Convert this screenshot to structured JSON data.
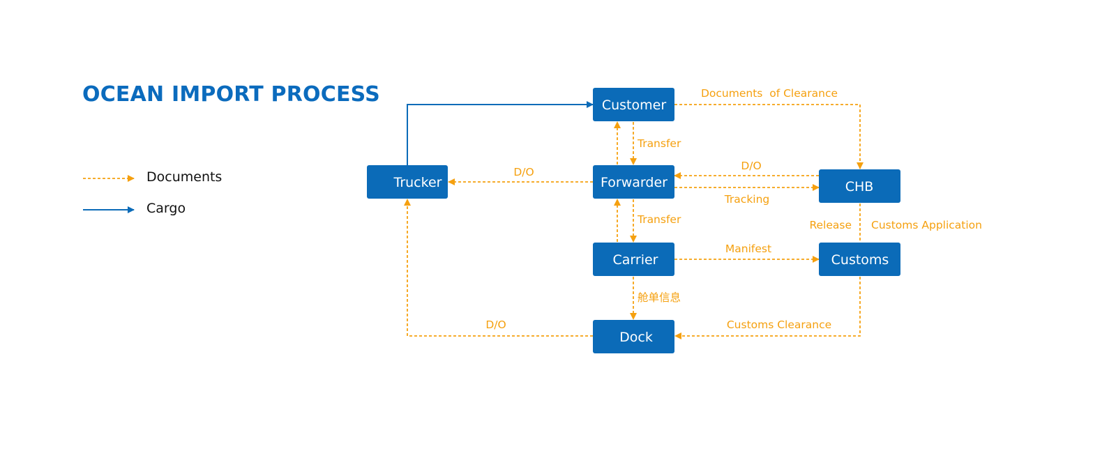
{
  "title": "OCEAN IMPORT PROCESS",
  "legend": {
    "documents": {
      "label": "Documents",
      "color": "#f5a00f",
      "style": "dashed"
    },
    "cargo": {
      "label": "Cargo",
      "color": "#0b6bb8",
      "style": "solid"
    }
  },
  "nodes": {
    "customer": {
      "label": "Customer"
    },
    "trucker": {
      "label": "Trucker"
    },
    "forwarder": {
      "label": "Forwarder"
    },
    "chb": {
      "label": "CHB"
    },
    "carrier": {
      "label": "Carrier"
    },
    "customs": {
      "label": "Customs"
    },
    "dock": {
      "label": "Dock"
    }
  },
  "edges": [
    {
      "id": "trucker-customer",
      "from": "Trucker",
      "to": "Customer",
      "type": "cargo",
      "label": ""
    },
    {
      "id": "customer-chb",
      "from": "Customer",
      "to": "CHB",
      "type": "documents",
      "label": "Documents  of Clearance"
    },
    {
      "id": "customer-forwarder",
      "from": "Customer",
      "to": "Forwarder",
      "type": "documents",
      "label": "Transfer"
    },
    {
      "id": "forwarder-customer",
      "from": "Forwarder",
      "to": "Customer",
      "type": "documents",
      "label": ""
    },
    {
      "id": "forwarder-trucker",
      "from": "Forwarder",
      "to": "Trucker",
      "type": "documents",
      "label": "D/O"
    },
    {
      "id": "chb-forwarder",
      "from": "CHB",
      "to": "Forwarder",
      "type": "documents",
      "label": "D/O"
    },
    {
      "id": "forwarder-chb",
      "from": "Forwarder",
      "to": "CHB",
      "type": "documents",
      "label": "Tracking"
    },
    {
      "id": "forwarder-carrier",
      "from": "Forwarder",
      "to": "Carrier",
      "type": "documents",
      "label": "Transfer"
    },
    {
      "id": "carrier-forwarder",
      "from": "Carrier",
      "to": "Forwarder",
      "type": "documents",
      "label": ""
    },
    {
      "id": "chb-customs",
      "from": "CHB",
      "to": "Customs",
      "type": "documents",
      "label": "Customs Application"
    },
    {
      "id": "customs-chb",
      "from": "Customs",
      "to": "CHB",
      "type": "documents",
      "label": "Release"
    },
    {
      "id": "carrier-customs",
      "from": "Carrier",
      "to": "Customs",
      "type": "documents",
      "label": "Manifest"
    },
    {
      "id": "carrier-dock",
      "from": "Carrier",
      "to": "Dock",
      "type": "documents",
      "label": "舱单信息"
    },
    {
      "id": "customs-dock",
      "from": "Customs",
      "to": "Dock",
      "type": "documents",
      "label": "Customs Clearance"
    },
    {
      "id": "dock-trucker",
      "from": "Dock",
      "to": "Trucker",
      "type": "documents",
      "label": "D/O"
    }
  ]
}
